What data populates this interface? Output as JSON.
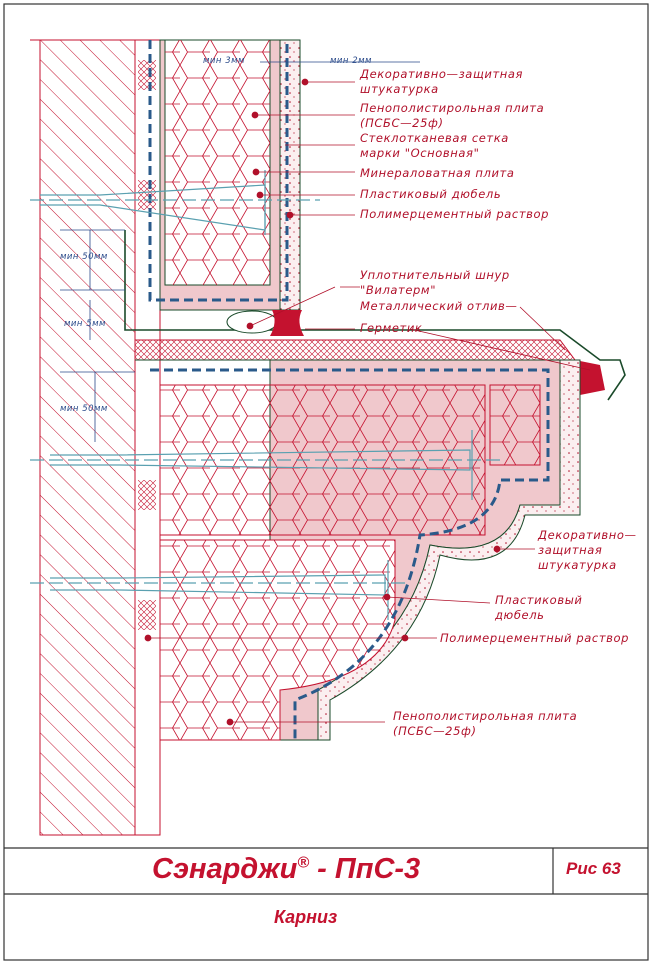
{
  "labels_top": {
    "plaster": [
      "Декоративно—защитная",
      "штукатурка"
    ],
    "eps_board": [
      "Пенополистирольная плита",
      "(ПСБС—25ф)"
    ],
    "mesh": [
      "Стеклотканевая сетка",
      "марки \"Основная\""
    ],
    "mineral_wool": "Минераловатная плита",
    "dowel": "Пластиковый дюбель",
    "mortar": "Полимерцементный раствор",
    "seal_cord": [
      "Уплотнительный шнур",
      "\"Вилатерм\""
    ],
    "flashing": "Металлический отлив—",
    "sealant": "Герметик"
  },
  "labels_bottom": {
    "plaster": [
      "Декоративно—",
      "защитная",
      "штукатурка"
    ],
    "dowel": [
      "Пластиковый",
      "дюбель"
    ],
    "mortar": "Полимерцементный раствор",
    "eps_board": [
      "Пенополистирольная плита",
      "(ПСБС—25ф)"
    ]
  },
  "dimensions": {
    "min3": "мин 3мм",
    "min2": "мин 2мм",
    "min50_top": "мин 50мм",
    "min5": "мин 5мм",
    "min50_bottom": "мин 50мм"
  },
  "title_block": {
    "brand": "Сэнарджи",
    "registered": "®",
    "system": " - ПпС-3",
    "figure": "Рис 63",
    "subject": "Карниз"
  },
  "colors": {
    "red": "#c4122f",
    "blue": "#2a5a8a",
    "green": "#1a4a2a",
    "pink": "#f0c8cc"
  }
}
